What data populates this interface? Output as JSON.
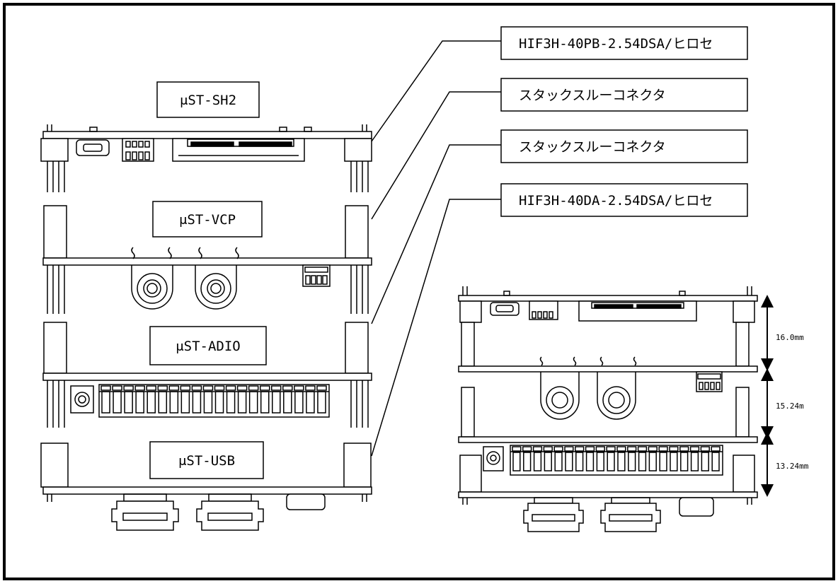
{
  "callouts": [
    "HIF3H-40PB-2.54DSA/ヒロセ",
    "スタックスルーコネクタ",
    "スタックスルーコネクタ",
    "HIF3H-40DA-2.54DSA/ヒロセ"
  ],
  "modules": {
    "sh2": "μST-SH2",
    "vcp": "μST-VCP",
    "adio": "μST-ADIO",
    "usb": "μST-USB"
  },
  "dimensions": [
    "16.0mm",
    "15.24m",
    "13.24mm"
  ]
}
